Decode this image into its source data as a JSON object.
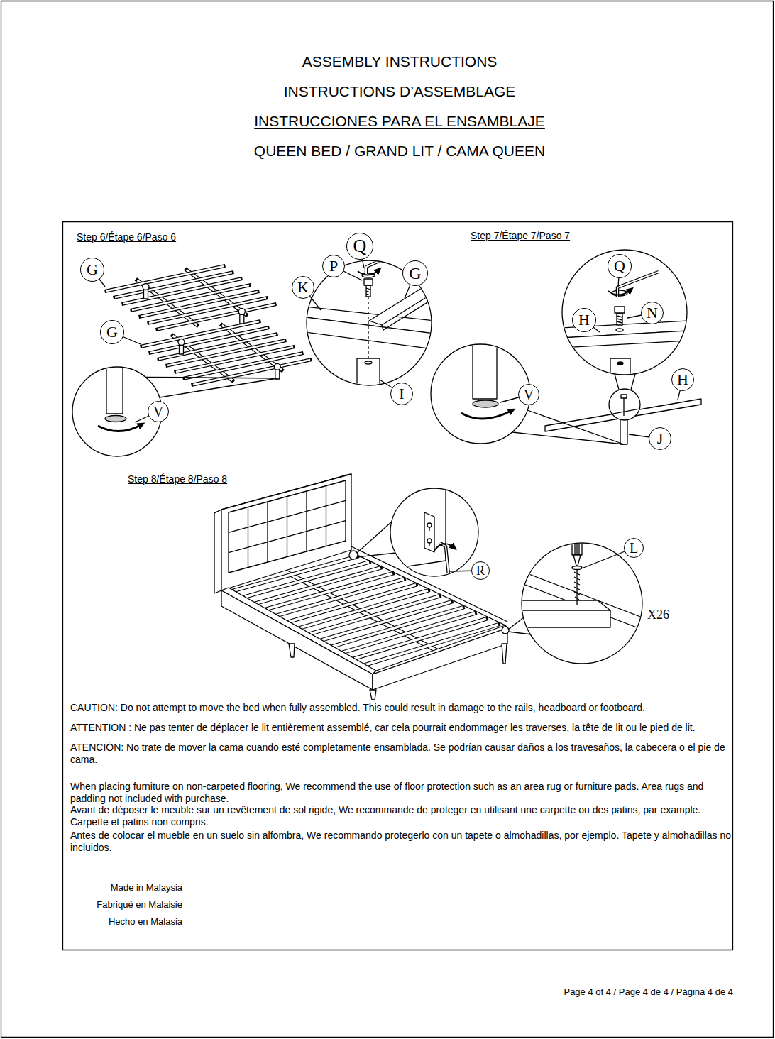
{
  "diagram": {
    "title": "ASSEMBLY INSTRUCTIONS",
    "nodes": [
      {
        "text": [
          "G"
        ]
      },
      {
        "text": [
          "G"
        ]
      },
      {
        "text": [
          "V"
        ]
      },
      {
        "text": [
          "Q"
        ]
      },
      {
        "text": [
          "P"
        ]
      },
      {
        "text": [
          "G"
        ]
      },
      {
        "text": [
          "K"
        ]
      },
      {
        "text": [
          "I"
        ]
      },
      {
        "text": [
          "Q"
        ]
      },
      {
        "text": [
          "H"
        ]
      },
      {
        "text": [
          "N"
        ]
      },
      {
        "text": [
          "V"
        ]
      },
      {
        "text": [
          "H"
        ]
      },
      {
        "text": [
          "J"
        ]
      },
      {
        "text": [
          "L"
        ]
      },
      {
        "text": [
          "R"
        ]
      }
    ],
    "labels": [
      "INSTRUCTIONS D’ASSEMBLAGE",
      "INSTRUCCIONES PARA EL ENSAMBLAJE",
      "QUEEN BED / GRAND LIT / CAMA QUEEN",
      "Step 6/Étape 6/Paso 6",
      "Step 7/Étape 7/Paso 7",
      "Step 8/Étape 8/Paso 8",
      "X26",
      "CAUTION: Do not attempt to move the bed when fully assembled. This could result in damage to the rails, headboard or footboard.",
      "ATTENTION : Ne pas tenter de déplacer le lit entièrement assemblé, car cela pourrait endommager les traverses, la tête de lit ou le pied de lit.",
      "ATENCIÓN: No trate de mover la cama cuando esté completamente ensamblada. Se podrían causar daños a los travesaños, la cabecera o el pie de cama.",
      "When placing furniture on non-carpeted flooring, We recommend the use of floor protection such as an area rug or furniture pads. Area rugs and padding not included with purchase.",
      "Avant de déposer le meuble sur un revêtement de sol rigide, We recommande de proteger en utilisant une carpette ou des patins, par example. Carpette et patins non compris.",
      "Antes de colocar el mueble en un suelo sin alfombra, We recommando protegerlo con un tapete o almohadillas, por ejemplo. Tapete y almohadillas no incluidos.",
      "Made in Malaysia",
      "Fabriqué en Malaisie",
      "Hecho en Malasia",
      "Page 4 of 4 / Page 4 de 4 / Página 4 de 4"
    ]
  }
}
